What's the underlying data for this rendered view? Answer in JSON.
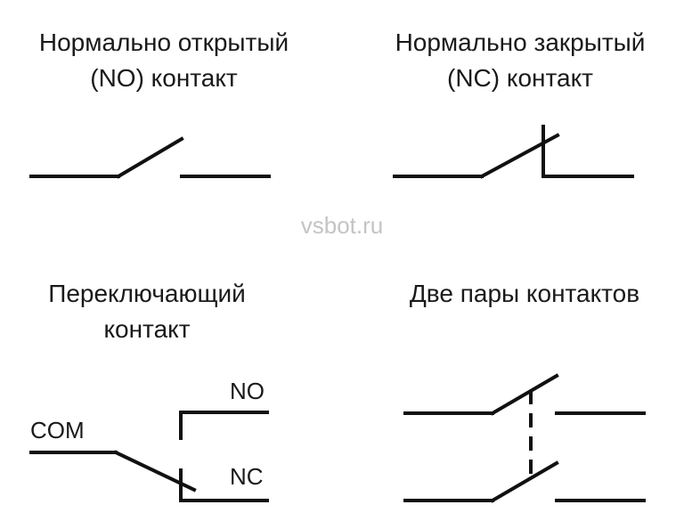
{
  "captions": {
    "normally_open": [
      "Нормально открытый",
      "(NO)  контакт"
    ],
    "normally_closed": [
      "Нормально закрытый",
      "(NC)  контакт"
    ],
    "changeover": [
      "Переключающий",
      "контакт"
    ],
    "two_pairs": [
      "Две  пары  контактов"
    ]
  },
  "watermark": "vsbot.ru",
  "terminals": {
    "com": "COM",
    "no": "NO",
    "nc": "NC"
  },
  "colors": {
    "line": "#111111",
    "text": "#1a1a1a",
    "watermark": "#c4c4c4",
    "background": "#ffffff"
  }
}
